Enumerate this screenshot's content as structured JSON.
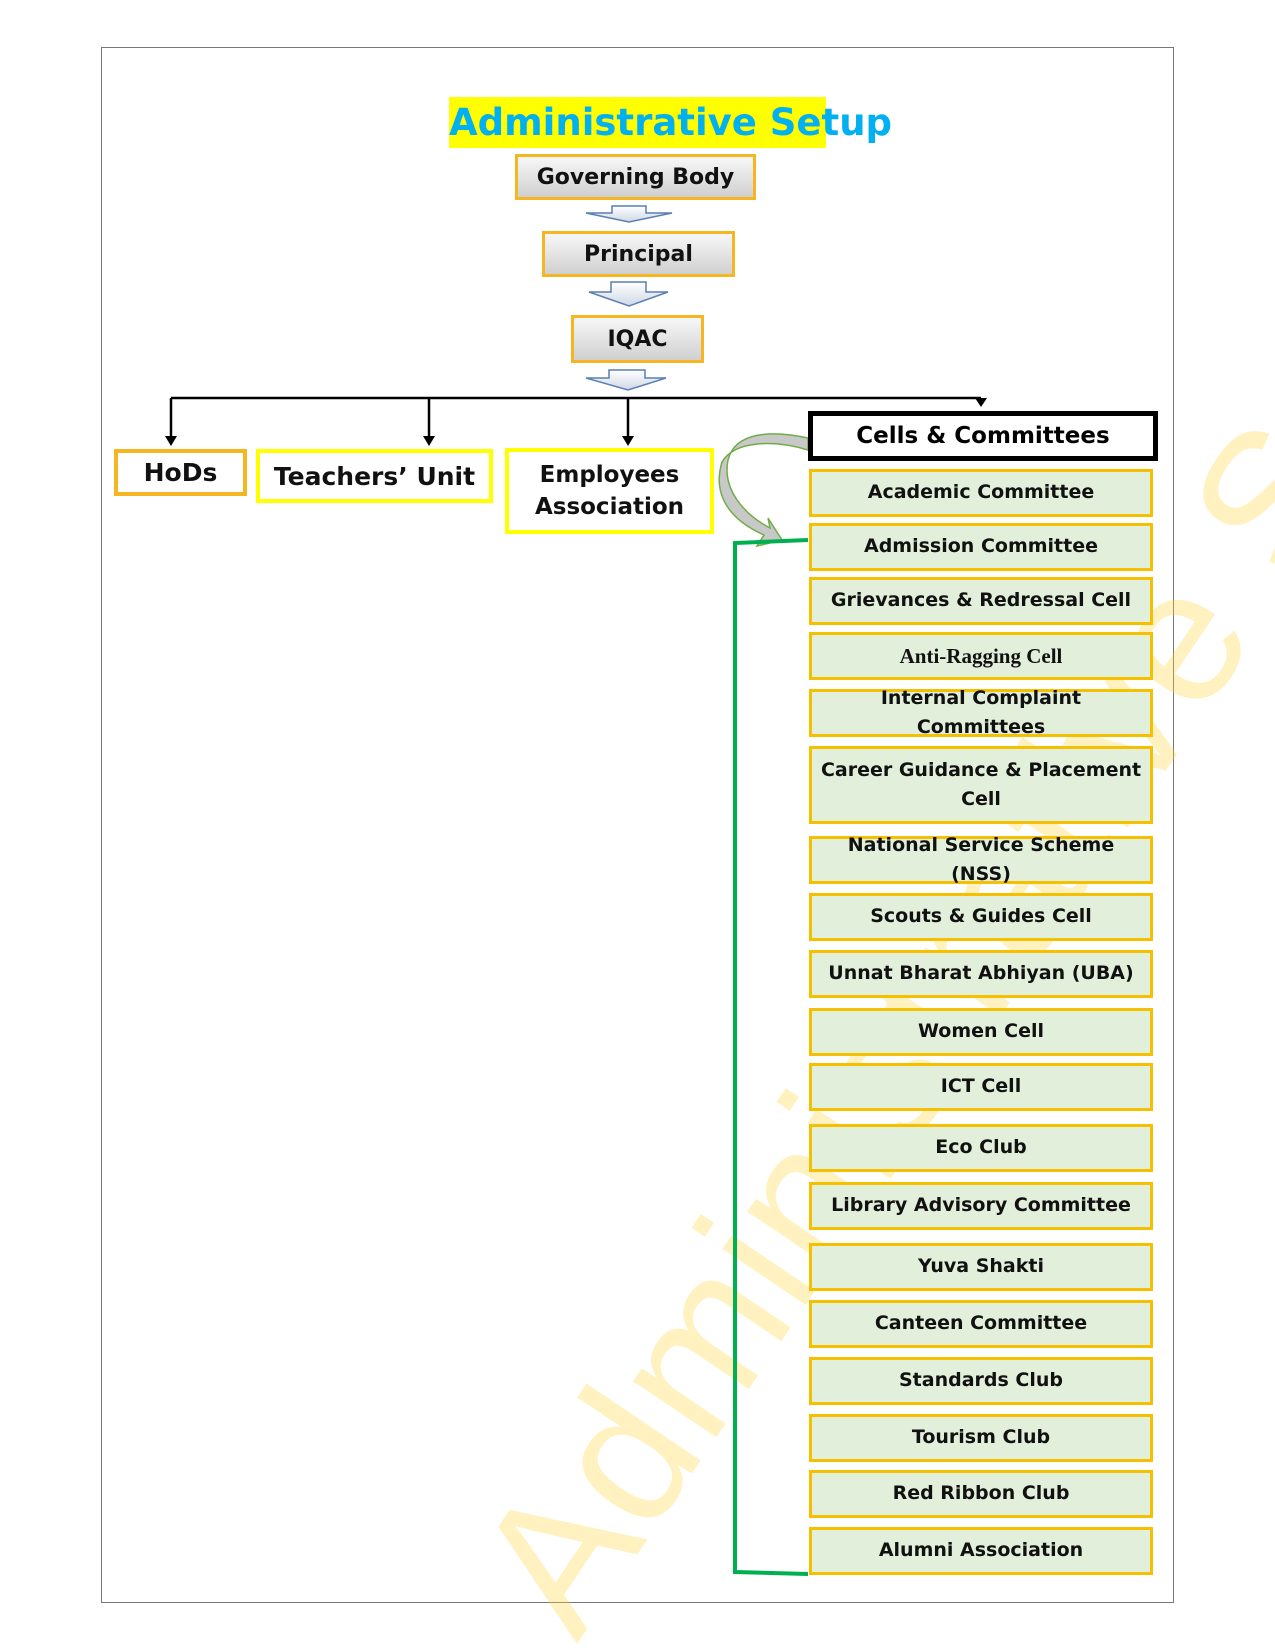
{
  "watermark": "Administrative Setup",
  "title": "Administrative Setup",
  "hierarchy": {
    "governing_body": "Governing Body",
    "principal": "Principal",
    "iqac": "IQAC"
  },
  "units": {
    "hods": "HoDs",
    "teachers_unit": "Teachers’ Unit",
    "employees_line1": "Employees",
    "employees_line2": "Association",
    "cells_header": "Cells & Committees"
  },
  "committees": [
    "Academic Committee",
    "Admission Committee",
    "Grievances & Redressal Cell",
    "Anti-Ragging Cell",
    "Internal Complaint Committees",
    "Career Guidance & Placement Cell",
    "National Service Scheme (NSS)",
    "Scouts & Guides Cell",
    "Unnat Bharat Abhiyan (UBA)",
    "Women Cell",
    "ICT Cell",
    "Eco Club",
    "Library Advisory Committee",
    "Yuva Shakti",
    "Canteen Committee",
    "Standards Club",
    "Tourism Club",
    "Red Ribbon Club",
    "Alumni Association"
  ],
  "colors": {
    "title_text": "#00b0f0",
    "title_bg": "#ffff00",
    "box_border": "#f5b622",
    "item_bg": "#e2efda",
    "bracket": "#00b050"
  }
}
